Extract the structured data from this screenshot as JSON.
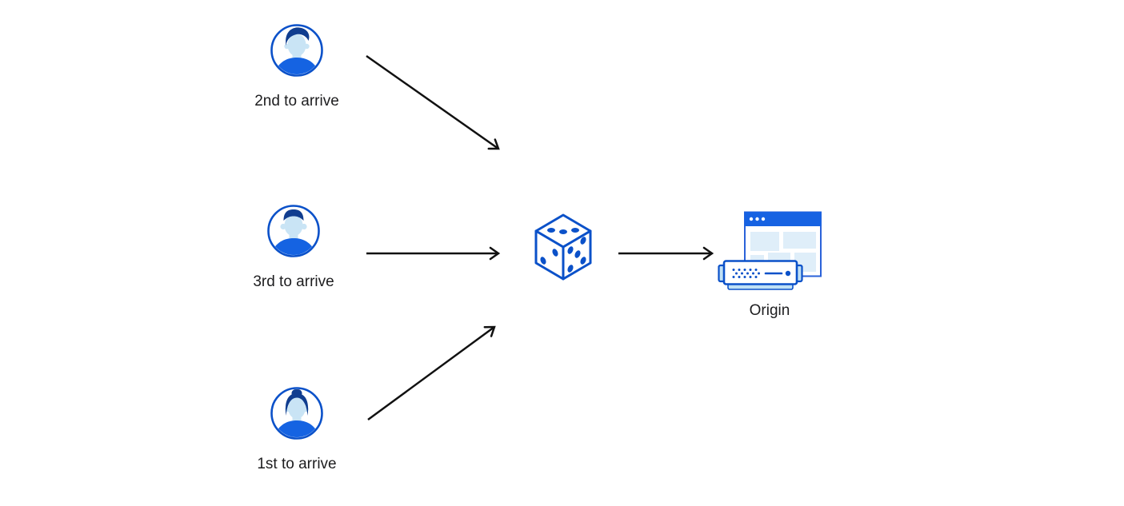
{
  "diagram": {
    "users": [
      {
        "label": "2nd to arrive",
        "icon": "male-avatar-swept-hair-icon"
      },
      {
        "label": "3rd to arrive",
        "icon": "male-avatar-flat-top-icon"
      },
      {
        "label": "1st to arrive",
        "icon": "female-avatar-bun-icon"
      }
    ],
    "router": {
      "icon": "dice-icon"
    },
    "origin": {
      "label": "Origin",
      "icon": "origin-server-browser-icon"
    },
    "colors": {
      "accent_blue": "#0b51c9",
      "hair_navy": "#103d8f",
      "face_light_blue": "#c9e4f5",
      "shirt_blue": "#1563e2",
      "titlebar_blue": "#1662e2",
      "panel_light_blue": "#dfeef9",
      "server_tab_blue": "#bfe0f5",
      "arrow_black": "#111111",
      "label_text": "#1d1d1f"
    }
  }
}
